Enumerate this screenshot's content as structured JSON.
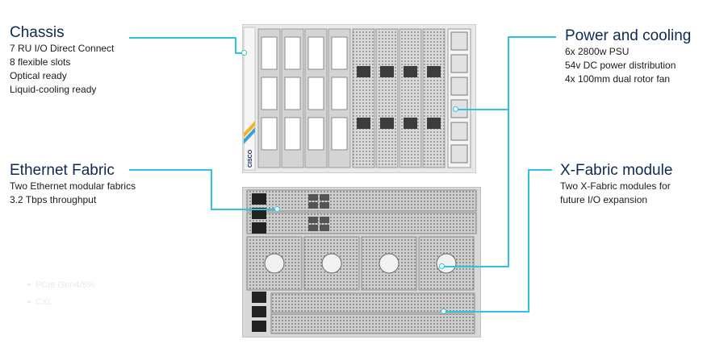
{
  "chassis": {
    "heading": "Chassis",
    "lines": [
      "7 RU I/O Direct Connect",
      "8 flexible slots",
      "Optical ready",
      "Liquid-cooling ready"
    ]
  },
  "ethernet": {
    "heading": "Ethernet Fabric",
    "lines": [
      "Two Ethernet modular fabrics",
      "3.2 Tbps throughput"
    ]
  },
  "power": {
    "heading": "Power and cooling",
    "lines": [
      "6x 2800w PSU",
      "54v DC power distribution",
      "4x 100mm dual rotor fan"
    ]
  },
  "xfabric": {
    "heading": "X-Fabric module",
    "lines": [
      "Two X-Fabric modules for",
      "future I/O expansion"
    ]
  },
  "faint_bullets": [
    "PCIe Gen4/5%",
    "CXL"
  ],
  "brand": "CISCO",
  "accent_color": "#2ec4e0",
  "heading_color": "#0d2a54"
}
